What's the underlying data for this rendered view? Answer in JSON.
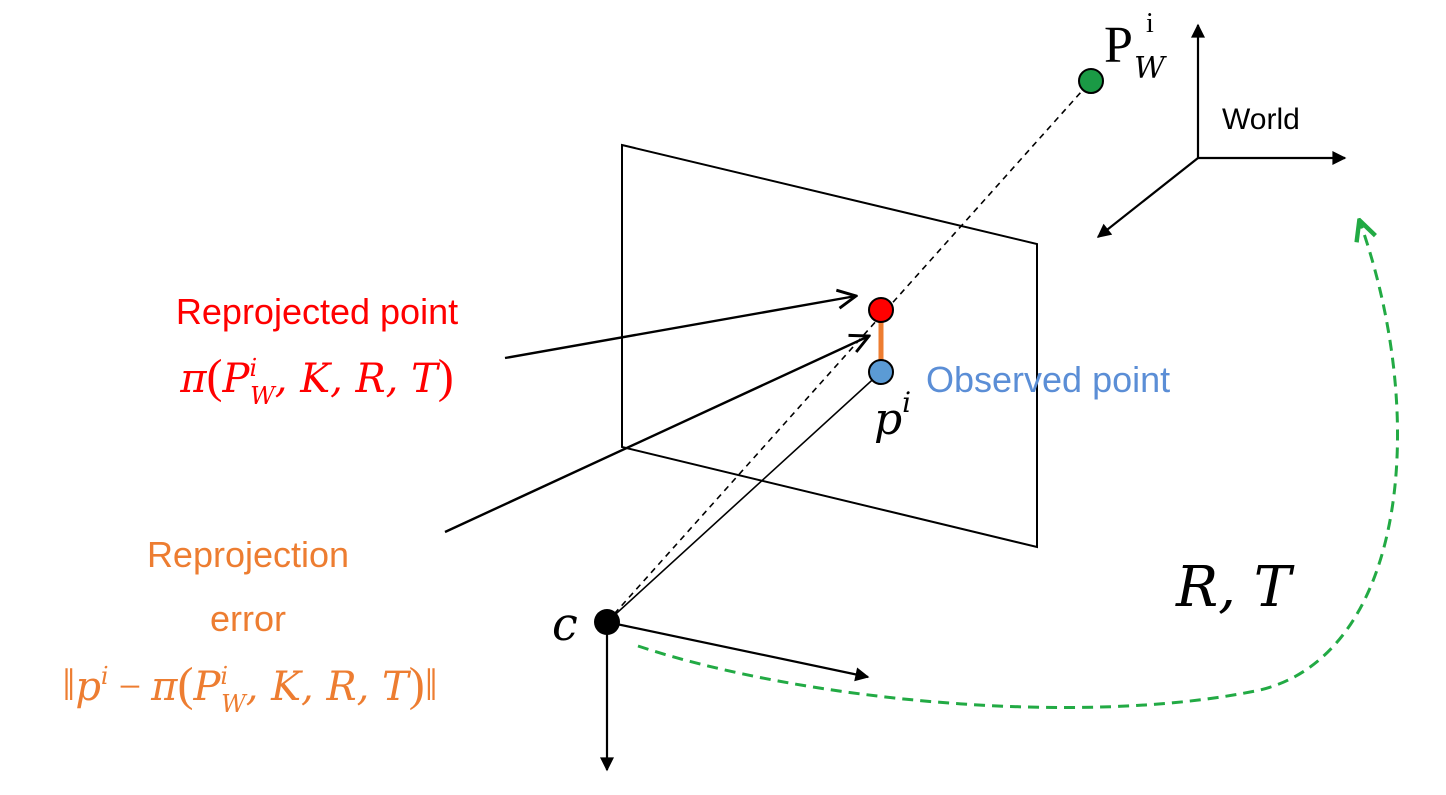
{
  "labels": {
    "world_point": {
      "base": "P",
      "sub": "W",
      "sup": "i"
    },
    "world_frame": "World",
    "reprojected_title": "Reprojected point",
    "reprojected_formula": "π(P^i_W, K, R, T)",
    "observed": "Observed point",
    "observed_symbol": {
      "base": "p",
      "sup": "i"
    },
    "error_line1": "Reprojection",
    "error_line2": "error",
    "error_formula": "‖p^i − π(P^i_W, K, R, T)‖",
    "camera": "c",
    "transform": "R, T"
  },
  "formula_parts": {
    "pi": "π",
    "open_paren": "(",
    "close_paren": ")",
    "P": "P",
    "sup_i": "i",
    "sub_W": "W",
    "args": ", K, R, T",
    "p": "p",
    "minus": " − ",
    "norm": "‖"
  },
  "colors": {
    "reprojected": "#ff0000",
    "observed_text": "#5b8ed6",
    "observed_point": "#5b9bd5",
    "error": "#ed7d31",
    "world_point": "#1a9a45",
    "transform_arrow": "#22aa44",
    "line": "#000000"
  }
}
